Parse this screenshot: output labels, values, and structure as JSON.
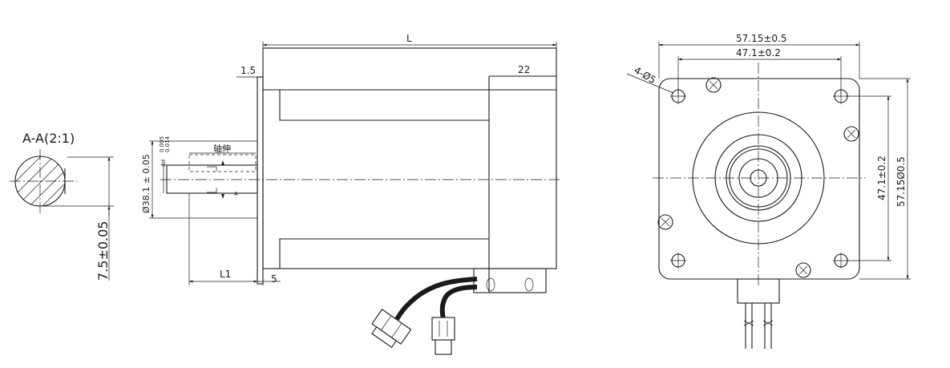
{
  "section": {
    "title": "A-A(2:1)",
    "dim_flat": "7.5±0.05"
  },
  "side_view": {
    "dim_L": "L",
    "dim_1_5": "1.5",
    "dim_22": "22",
    "dim_L1": "L1",
    "dim_5": "5",
    "dim_pilot": "Ø38.1 ± 0.05",
    "dim_shaft": "ϕd",
    "dim_shaft_tol": "0.005",
    "dim_shaft_tol2": "0.014",
    "shaft_ext_label": "轴伸",
    "section_mark": "A"
  },
  "front_view": {
    "dim_width_top": "57.15±0.5",
    "dim_bolt_h": "47.1±0.2",
    "dim_bolt_v": "47.1±0.2",
    "dim_height_right": "57.15Ø0.5",
    "dim_holes": "4-Ø5"
  }
}
